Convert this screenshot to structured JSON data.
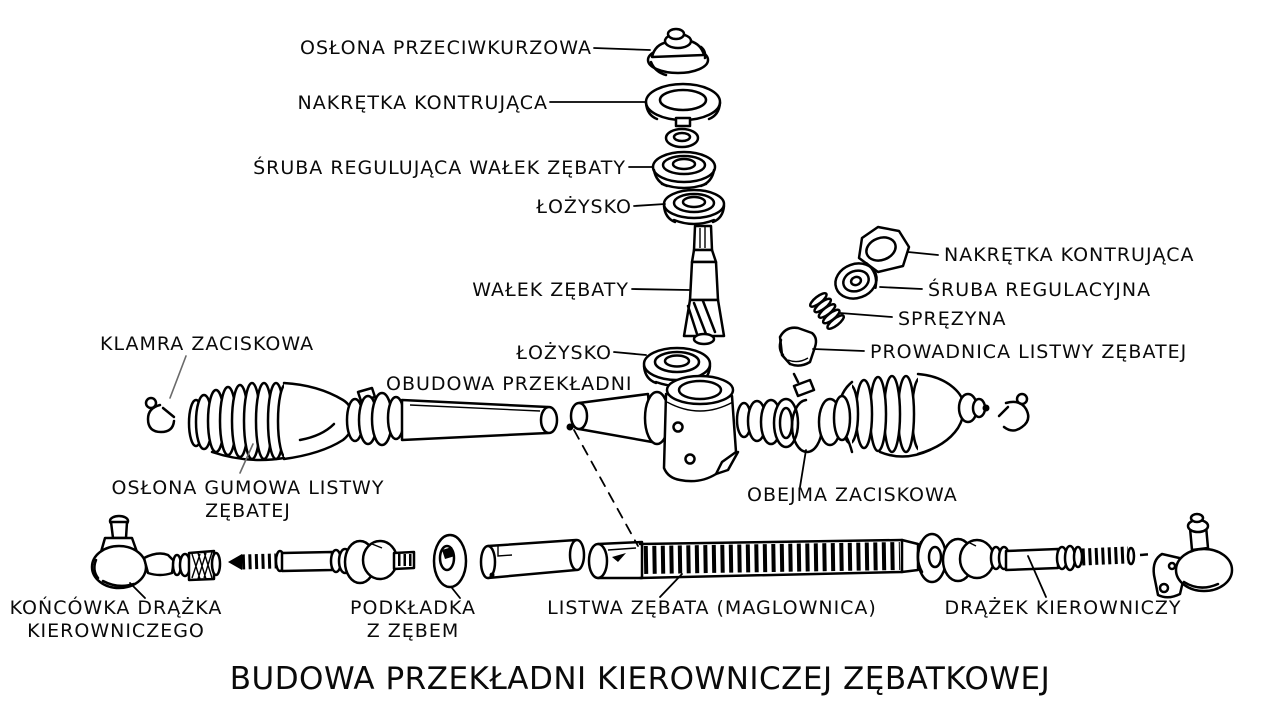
{
  "diagram": {
    "title": "BUDOWA PRZEKŁADNI KIEROWNICZEJ ZĘBATKOWEJ",
    "colors": {
      "background": "#ffffff",
      "ink": "#000000"
    },
    "callouts": {
      "dust_cover": "OSŁONA PRZECIWKURZOWA",
      "lock_nut_top": "NAKRĘTKA KONTRUJĄCA",
      "pinion_adjusting_screw": "ŚRUBA REGULUJĄCA WAŁEK ZĘBATY",
      "bearing_upper": "ŁOŻYSKO",
      "pinion_shaft": "WAŁEK ZĘBATY",
      "bearing_lower": "ŁOŻYSKO",
      "lock_nut_right": "NAKRĘTKA KONTRUJĄCA",
      "adjusting_screw": "ŚRUBA REGULACYJNA",
      "spring": "SPRĘZYNA",
      "rack_guide": "PROWADNICA LISTWY ZĘBATEJ",
      "clamp_clip": "KLAMRA ZACISKOWA",
      "gear_housing": "OBUDOWA PRZEKŁADNI",
      "rubber_boot": {
        "line1": "OSŁONA GUMOWA LISTWY",
        "line2": "ZĘBATEJ"
      },
      "clamp_band": "OBEJMA ZACISKOWA",
      "tie_rod_end": {
        "line1": "KOŃCÓWKA DRĄŻKA",
        "line2": "KIEROWNICZEGO"
      },
      "toothed_washer": {
        "line1": "PODKŁADKA",
        "line2": "Z ZĘBEM"
      },
      "steering_rack": "LISTWA ZĘBATA (MAGLOWNICA)",
      "tie_rod": "DRĄŻEK KIEROWNICZY"
    }
  }
}
